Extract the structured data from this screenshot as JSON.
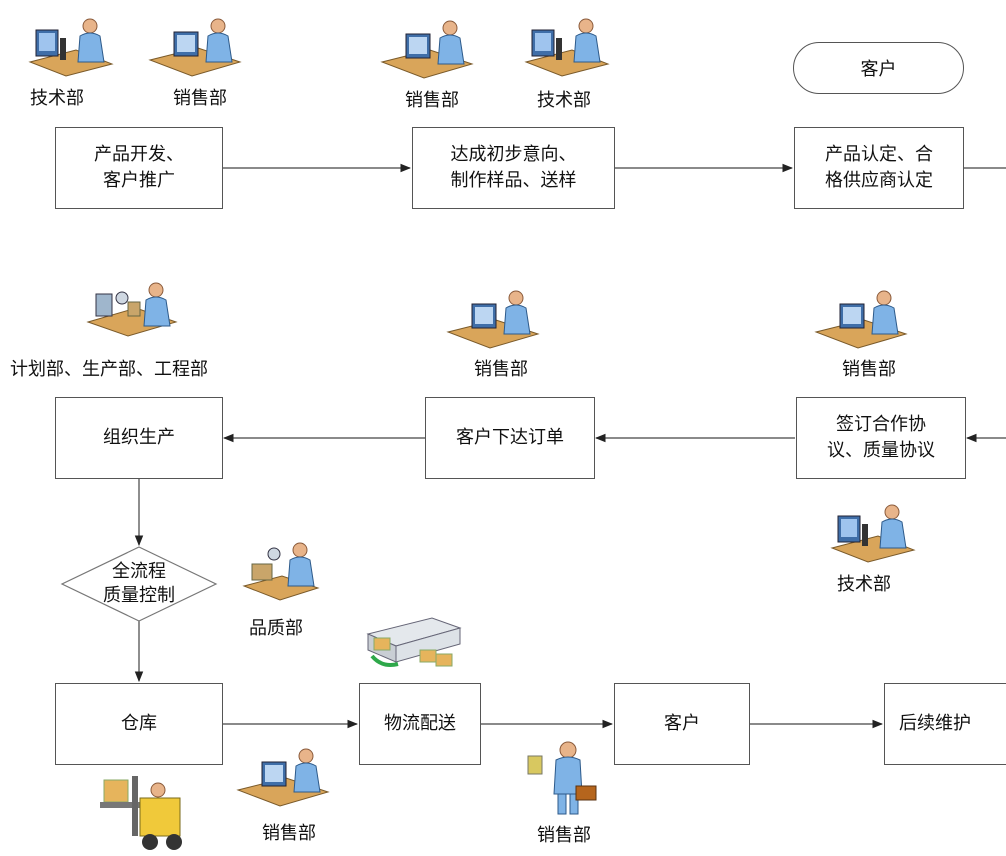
{
  "nodes": {
    "product_dev": [
      "产品开发、",
      "客户推广"
    ],
    "intent_sample": [
      "达成初步意向、",
      "制作样品、送样"
    ],
    "cert": [
      "产品认定、合",
      "格供应商认定"
    ],
    "contract": [
      "签订合作协",
      "议、质量协议"
    ],
    "order": "客户下达订单",
    "production": "组织生产",
    "qc": [
      "全流程",
      "质量控制"
    ],
    "warehouse": "仓库",
    "logistics": "物流配送",
    "customer_bottom": "客户",
    "after_service": "后续维护",
    "customer_top": "客户"
  },
  "roles": {
    "tech1": "技术部",
    "sales1": "销售部",
    "sales2": "销售部",
    "tech2": "技术部",
    "plan": "计划部、生产部、工程部",
    "sales3": "销售部",
    "sales4": "销售部",
    "tech3": "技术部",
    "quality": "品质部",
    "sales5": "销售部",
    "sales6": "销售部"
  },
  "icons": {
    "tech1": "technician-microscope-icon",
    "sales1": "salesperson-computer-icon",
    "sales2": "salesperson-computer-icon",
    "tech2": "technician-microscope-icon",
    "plan": "production-line-icon",
    "sales3": "salesperson-computer-icon",
    "sales4": "salesperson-computer-icon",
    "tech3": "technician-microscope-icon",
    "quality": "inspector-icon",
    "truck": "delivery-truck-icon",
    "forklift": "forklift-icon",
    "sales5": "salesperson-computer-icon",
    "sales6": "salesperson-standing-icon"
  }
}
